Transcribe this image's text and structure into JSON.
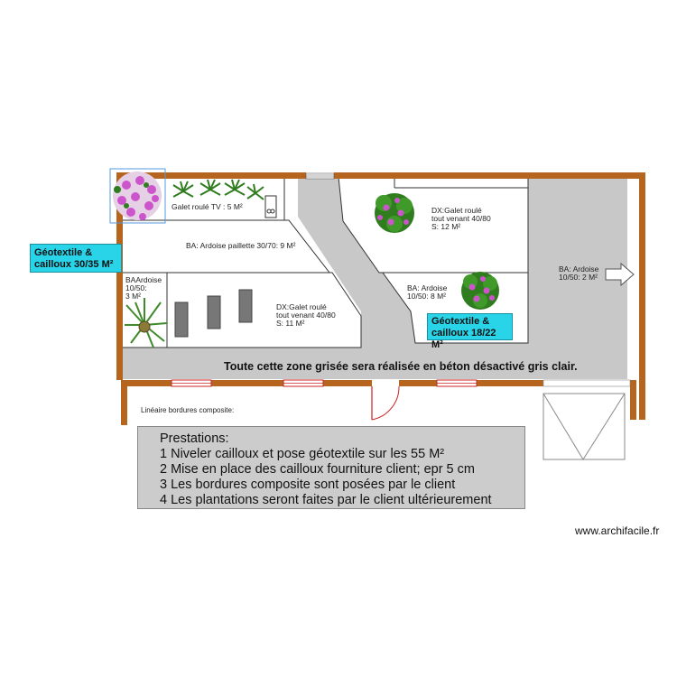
{
  "labels": {
    "geotextile_left": [
      "Géotextile &",
      "cailloux 30/35 M²"
    ],
    "geotextile_right": [
      "Géotextile &",
      "cailloux 18/22 M²"
    ],
    "galet_tv": "Galet roulé TV : 5 M²",
    "ardoise_paillette": "BA: Ardoise paillette  30/70: 9 M²",
    "ba_ardoise_left": [
      "BAArdoise",
      "10/50:",
      "3 M²"
    ],
    "dx_galet_center": [
      "DX:Galet roulé",
      "tout venant 40/80",
      "S: 11 M²"
    ],
    "dx_galet_top_right": [
      "DX:Galet roulé",
      "tout venant 40/80",
      "S: 12 M²"
    ],
    "ba_ardoise_mid": [
      "BA: Ardoise",
      "10/50: 8 M²"
    ],
    "ba_ardoise_right": [
      "BA: Ardoise",
      "10/50: 2 M²"
    ],
    "concrete_note": "Toute cette zone grisée sera réalisée en béton désactivé gris clair.",
    "bordures": "Linéaire bordures composite:"
  },
  "prestations": {
    "title": "Prestations:",
    "items": [
      "1 Niveler cailloux et pose géotextile sur les 55 M²",
      "2 Mise en place des cailloux fourniture client; epr 5 cm",
      "3 Les bordures composite sont posées par le client",
      "4 Les plantations seront faites par le client ultérieurement"
    ]
  },
  "credit": "www.archifacile.fr",
  "colors": {
    "wall": "#b5651d",
    "concrete": "#c8c8c8",
    "label_bg": "#29d3e8",
    "door": "#cc2222",
    "plant_leaf": "#2f7d1e",
    "flower": "#cc55cc"
  }
}
